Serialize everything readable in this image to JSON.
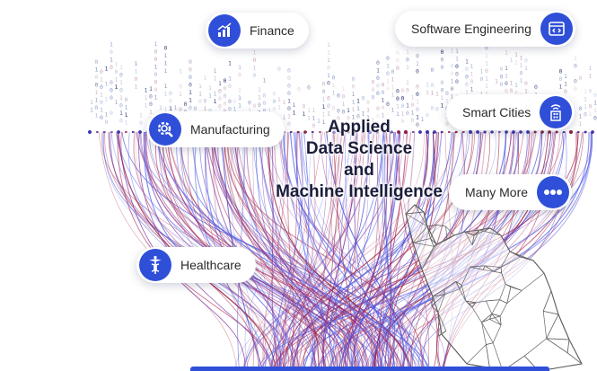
{
  "title": {
    "line1": "Applied",
    "line2": "Data Science",
    "line3": "and",
    "line4": "Machine Intelligence"
  },
  "sectors": {
    "finance": "Finance",
    "software": "Software Engineering",
    "manufacturing": "Manufacturing",
    "smart_cities": "Smart Cities",
    "many_more": "Many More",
    "healthcare": "Healthcare"
  },
  "icons": {
    "finance": "bar-chart-icon",
    "software": "code-window-icon",
    "manufacturing": "gear-search-icon",
    "smart_cities": "building-wifi-icon",
    "many_more": "more-dots-icon",
    "healthcare": "caduceus-icon"
  },
  "colors": {
    "accent": "#2f4fd8",
    "line_red": "#9e1c3a",
    "line_blue": "#3a46d9",
    "line_purple": "#7a2b9a"
  }
}
